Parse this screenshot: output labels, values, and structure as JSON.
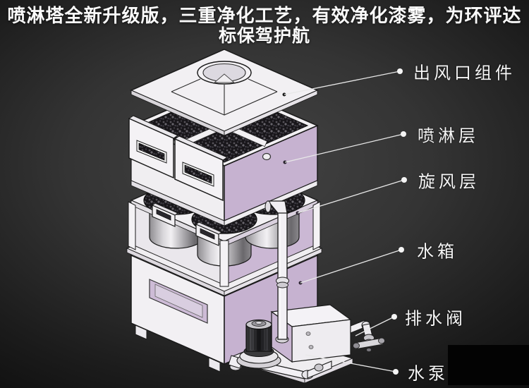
{
  "header": {
    "title_line1": "喷淋塔全新升级版，三重净化工艺，有效净化漆雾，为环评达",
    "title_line2": "标保驾护航"
  },
  "diagram": {
    "kind": "exploded-view-spray-tower",
    "labels": [
      {
        "id": "air-outlet-assembly",
        "text": "出风口组件"
      },
      {
        "id": "spray-layer",
        "text": "喷淋层"
      },
      {
        "id": "cyclone-layer",
        "text": "旋风层"
      },
      {
        "id": "water-tank",
        "text": "水箱"
      },
      {
        "id": "drain-valve",
        "text": "排水阀"
      },
      {
        "id": "water-pump",
        "text": "水泵"
      }
    ]
  },
  "colors": {
    "background_center": "#434343",
    "background_edge": "#0b0b0b",
    "title_text": "#fbfbfb",
    "label_text": "#f6f6f6",
    "panel_white": "#f2f0f3",
    "lavender_face": "#c6b2d0",
    "media_dark": "#18161a",
    "outline": "#1a1a1a"
  }
}
